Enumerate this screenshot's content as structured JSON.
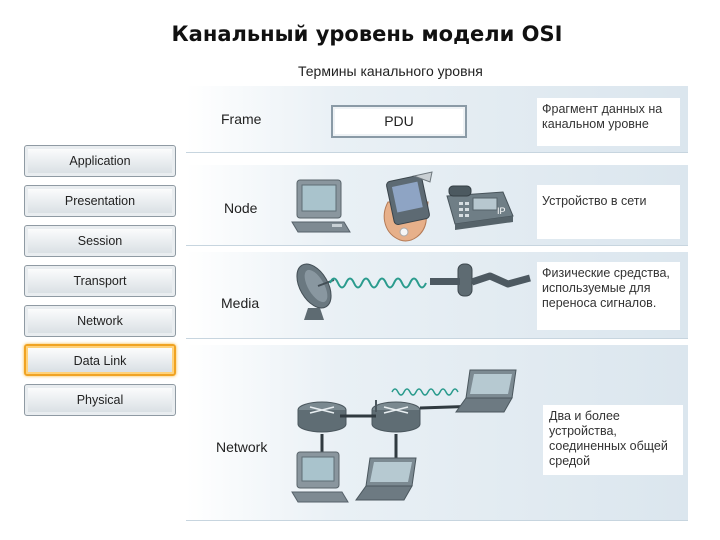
{
  "title": "Канальный уровень модели OSI",
  "subtitle": "Термины канального уровня",
  "osi_layers": [
    {
      "label": "Application",
      "active": false
    },
    {
      "label": "Presentation",
      "active": false
    },
    {
      "label": "Session",
      "active": false
    },
    {
      "label": "Transport",
      "active": false
    },
    {
      "label": "Network",
      "active": false
    },
    {
      "label": "Data Link",
      "active": true
    },
    {
      "label": "Physical",
      "active": false
    }
  ],
  "rows": {
    "frame": {
      "label": "Frame",
      "pdu": "PDU",
      "description": "Фрагмент данных на канальном уровне"
    },
    "node": {
      "label": "Node",
      "description": "Устройство в сети",
      "phone_badge": "IP"
    },
    "media": {
      "label": "Media",
      "description": "Физические средства, используемые для переноса сигналов."
    },
    "network": {
      "label": "Network",
      "description": "Два и более устройства, соединенных общей средой"
    }
  }
}
